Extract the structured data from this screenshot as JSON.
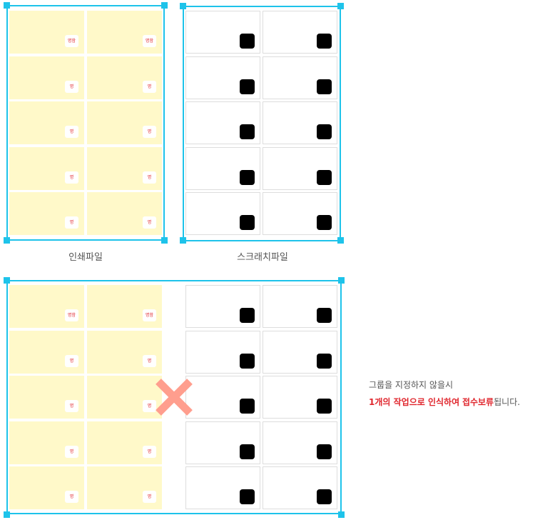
{
  "colors": {
    "frame": "#1ec3ea",
    "print_fill": "#fff9c9",
    "badge_text": "#e0262d",
    "x_mark": "#ff9e8e",
    "highlight": "#e0262d"
  },
  "labels": {
    "print_file": "인쇄파일",
    "scratch_file": "스크래치파일"
  },
  "badges": [
    "명함",
    "명함",
    "명",
    "명",
    "명",
    "명",
    "명",
    "명",
    "명",
    "명"
  ],
  "note": {
    "line1": "그룹을 지정하지 않을시",
    "line2_highlight_1": "1개의 작업으로 인식하여",
    "line2_highlight_2": "접수보류",
    "line2_rest": "됩니다."
  },
  "icons": {
    "x_mark": "x-mark-icon",
    "scratch_block": "black-square"
  }
}
